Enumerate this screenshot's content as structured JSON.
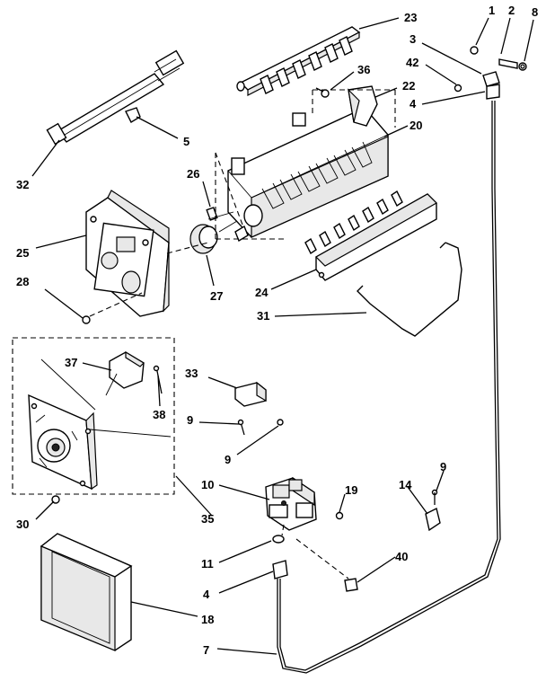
{
  "diagram": {
    "callouts": [
      {
        "id": "c1",
        "text": "1"
      },
      {
        "id": "c2",
        "text": "2"
      },
      {
        "id": "c8",
        "text": "8"
      },
      {
        "id": "c3",
        "text": "3"
      },
      {
        "id": "c42",
        "text": "42"
      },
      {
        "id": "c4a",
        "text": "4"
      },
      {
        "id": "c23",
        "text": "23"
      },
      {
        "id": "c36",
        "text": "36"
      },
      {
        "id": "c22",
        "text": "22"
      },
      {
        "id": "c20",
        "text": "20"
      },
      {
        "id": "c5",
        "text": "5"
      },
      {
        "id": "c32",
        "text": "32"
      },
      {
        "id": "c26",
        "text": "26"
      },
      {
        "id": "c25",
        "text": "25"
      },
      {
        "id": "c27",
        "text": "27"
      },
      {
        "id": "c28",
        "text": "28"
      },
      {
        "id": "c24",
        "text": "24"
      },
      {
        "id": "c31",
        "text": "31"
      },
      {
        "id": "c37",
        "text": "37"
      },
      {
        "id": "c38",
        "text": "38"
      },
      {
        "id": "c33",
        "text": "33"
      },
      {
        "id": "c9a",
        "text": "9"
      },
      {
        "id": "c9b",
        "text": "9"
      },
      {
        "id": "c10",
        "text": "10"
      },
      {
        "id": "c19",
        "text": "19"
      },
      {
        "id": "c14",
        "text": "14"
      },
      {
        "id": "c9c",
        "text": "9"
      },
      {
        "id": "c35",
        "text": "35"
      },
      {
        "id": "c30",
        "text": "30"
      },
      {
        "id": "c11",
        "text": "11"
      },
      {
        "id": "c40",
        "text": "40"
      },
      {
        "id": "c4b",
        "text": "4"
      },
      {
        "id": "c18",
        "text": "18"
      },
      {
        "id": "c7",
        "text": "7"
      }
    ]
  }
}
